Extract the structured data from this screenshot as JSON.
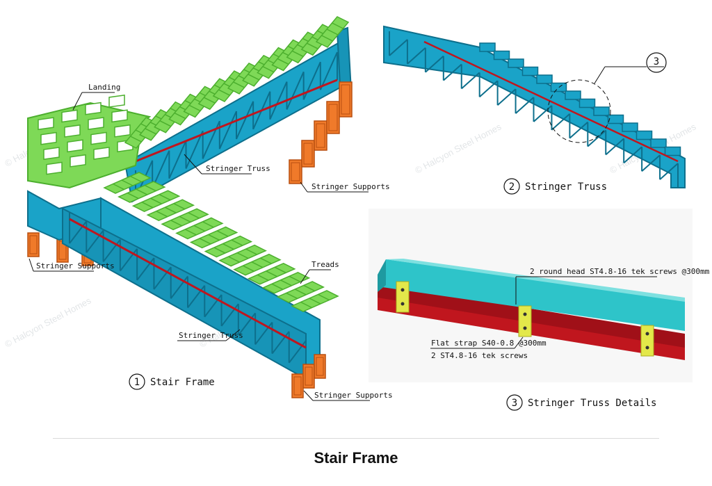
{
  "colors": {
    "tread": "#7ed957",
    "tread_dark": "#4caf2e",
    "truss": "#1aa3c8",
    "truss_dark": "#0d6f8c",
    "support": "#f07a2a",
    "support_dark": "#b84f10",
    "chord_red": "#c0161e",
    "strap": "#e3e84a",
    "detail_top": "#2ec4c9"
  },
  "figure1": {
    "number": "1",
    "caption": "Stair Frame",
    "labels": {
      "landing": "Landing",
      "stringer_truss_upper": "Stringer Truss",
      "stringer_supports_upper": "Stringer Supports",
      "stringer_supports_left": "Stringer Supports",
      "treads": "Treads",
      "stringer_truss_lower": "Stringer Truss",
      "stringer_supports_lower": "Stringer Supports"
    }
  },
  "figure2": {
    "number": "2",
    "caption": "Stringer Truss",
    "callout": "3"
  },
  "figure3": {
    "number": "3",
    "caption": "Stringer Truss Details",
    "labels": {
      "screws": "2 round head ST4.8-16 tek screws @300mm",
      "strap_line1": "Flat strap S40-0.8 @300mm",
      "strap_line2": "2 ST4.8-16 tek screws"
    }
  },
  "watermark": "© Halcyon Steel Homes",
  "page_title": "Stair Frame"
}
